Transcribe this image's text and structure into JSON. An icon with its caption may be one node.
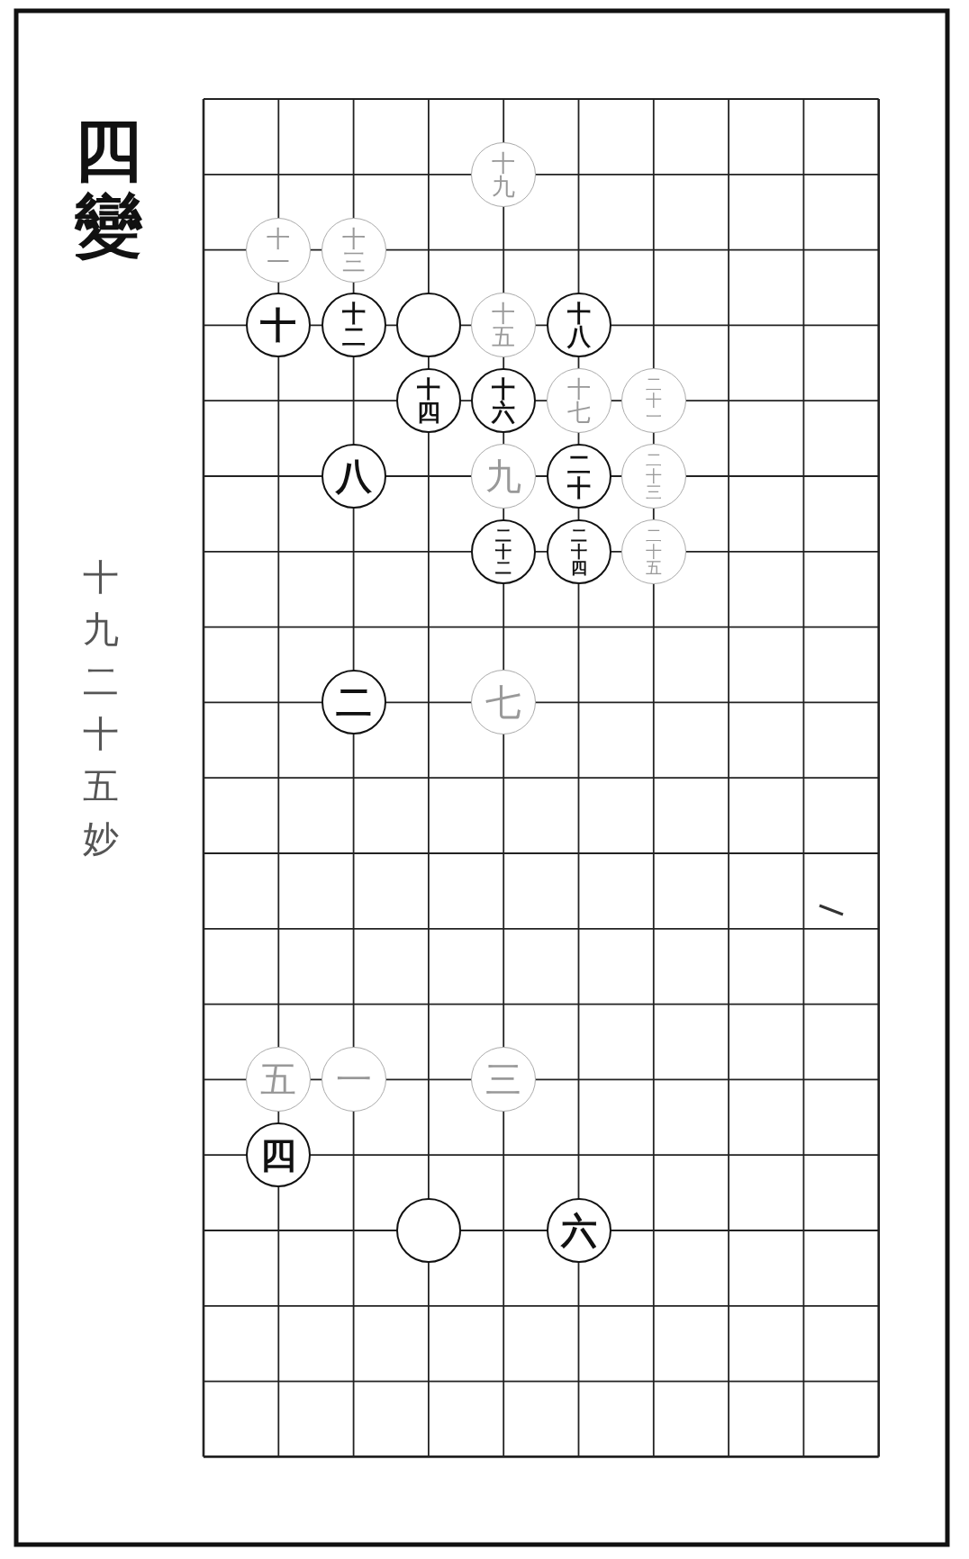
{
  "diagram": {
    "title": "四變",
    "nodes": [
      {
        "text": [
          "十九"
        ]
      },
      {
        "text": [
          "十一"
        ]
      },
      {
        "text": [
          "十三"
        ]
      },
      {
        "text": [
          "十"
        ]
      },
      {
        "text": [
          "十二"
        ]
      },
      {
        "text": [],
        "shape": "circle"
      },
      {
        "text": [
          "十五"
        ]
      },
      {
        "text": [
          "十八"
        ]
      },
      {
        "text": [
          "十四"
        ]
      },
      {
        "text": [
          "十六"
        ]
      },
      {
        "text": [
          "十七"
        ]
      },
      {
        "text": [
          "二十一"
        ]
      },
      {
        "text": [
          "八"
        ]
      },
      {
        "text": [
          "九"
        ]
      },
      {
        "text": [
          "二十"
        ]
      },
      {
        "text": [
          "二十三"
        ]
      },
      {
        "text": [
          "二十二"
        ]
      },
      {
        "text": [
          "二十四"
        ]
      },
      {
        "text": [
          "二十五"
        ]
      },
      {
        "text": [
          "二"
        ]
      },
      {
        "text": [
          "七"
        ]
      },
      {
        "text": [
          "五"
        ]
      },
      {
        "text": [
          "一"
        ]
      },
      {
        "text": [
          "三"
        ]
      },
      {
        "text": [
          "四"
        ]
      },
      {
        "text": [],
        "shape": "circle"
      },
      {
        "text": [
          "六"
        ]
      }
    ],
    "labels": [
      "十九二十五妙"
    ]
  }
}
